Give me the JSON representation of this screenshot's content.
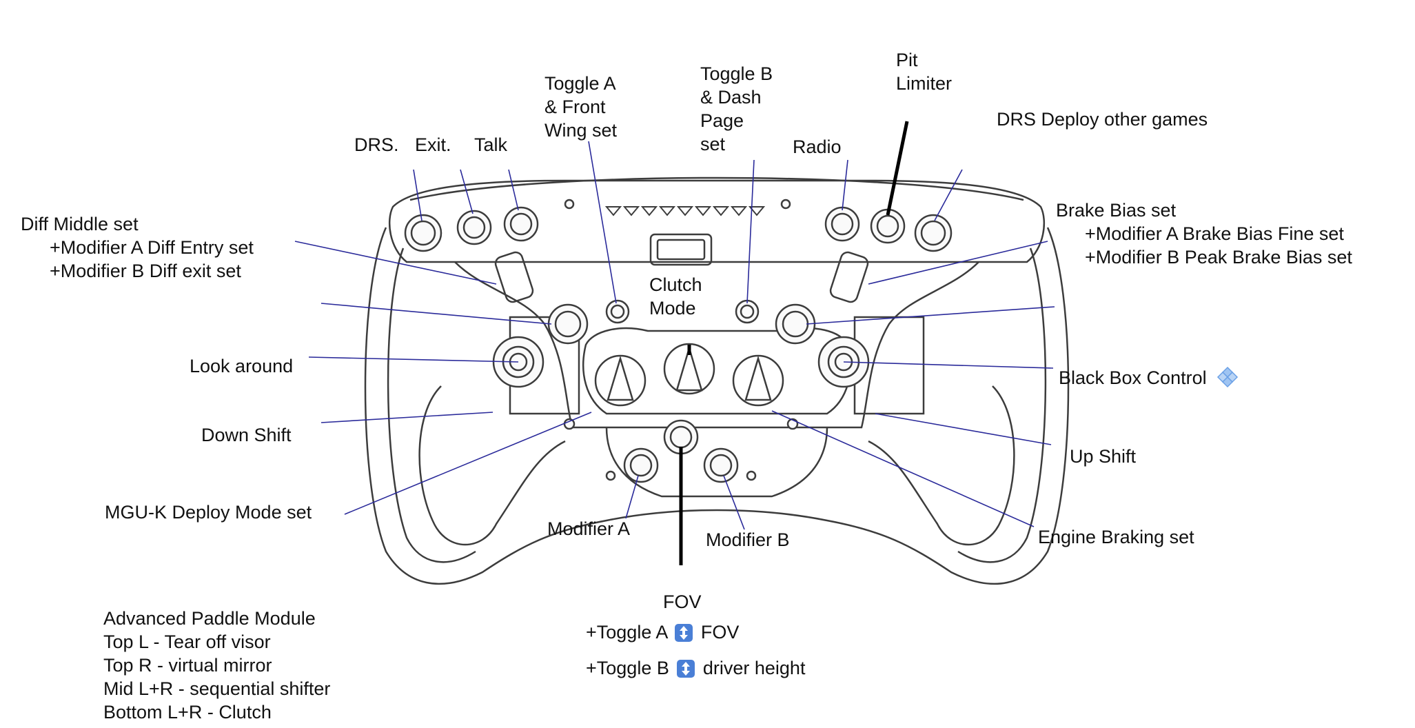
{
  "labels": {
    "drs": "DRS.",
    "exit": "Exit.",
    "talk": "Talk",
    "toggle_a": [
      "Toggle A",
      "& Front",
      "Wing set"
    ],
    "toggle_b": [
      "Toggle B",
      "& Dash",
      "Page",
      "set"
    ],
    "radio": "Radio",
    "pit_limiter": [
      "Pit",
      "Limiter"
    ],
    "drs_deploy_other": "DRS Deploy other games",
    "diff": [
      "Diff Middle set",
      "+Modifier A Diff Entry set",
      "+Modifier B Diff exit set"
    ],
    "brake_bias": [
      "Brake Bias set",
      "+Modifier A Brake Bias Fine set",
      "+Modifier B Peak Brake Bias set"
    ],
    "clutch_mode": [
      "Clutch",
      "Mode"
    ],
    "look_around": "Look around",
    "black_box": "Black Box Control",
    "down_shift": "Down Shift",
    "up_shift": "Up Shift",
    "mguk": "MGU-K Deploy Mode set",
    "modifier_a": "Modifier A",
    "modifier_b": "Modifier  B",
    "engine_braking": "Engine Braking set",
    "fov": "FOV",
    "fov_toggle_a_prefix": "+Toggle A",
    "fov_toggle_a_suffix": "FOV",
    "fov_toggle_b_prefix": "+Toggle B",
    "fov_toggle_b_suffix": "driver height"
  },
  "paddle_module": [
    "Advanced Paddle Module",
    "Top L - Tear off visor",
    "Top R - virtual mirror",
    "Mid L+R - sequential shifter",
    "Bottom L+R - Clutch"
  ],
  "icons": {
    "updown": "up-down-arrow-icon",
    "diamond": "diamond-icon"
  },
  "colors": {
    "leader": "#2a2a9a",
    "outline": "#444444",
    "arrow_bg": "#4a7fd6"
  }
}
